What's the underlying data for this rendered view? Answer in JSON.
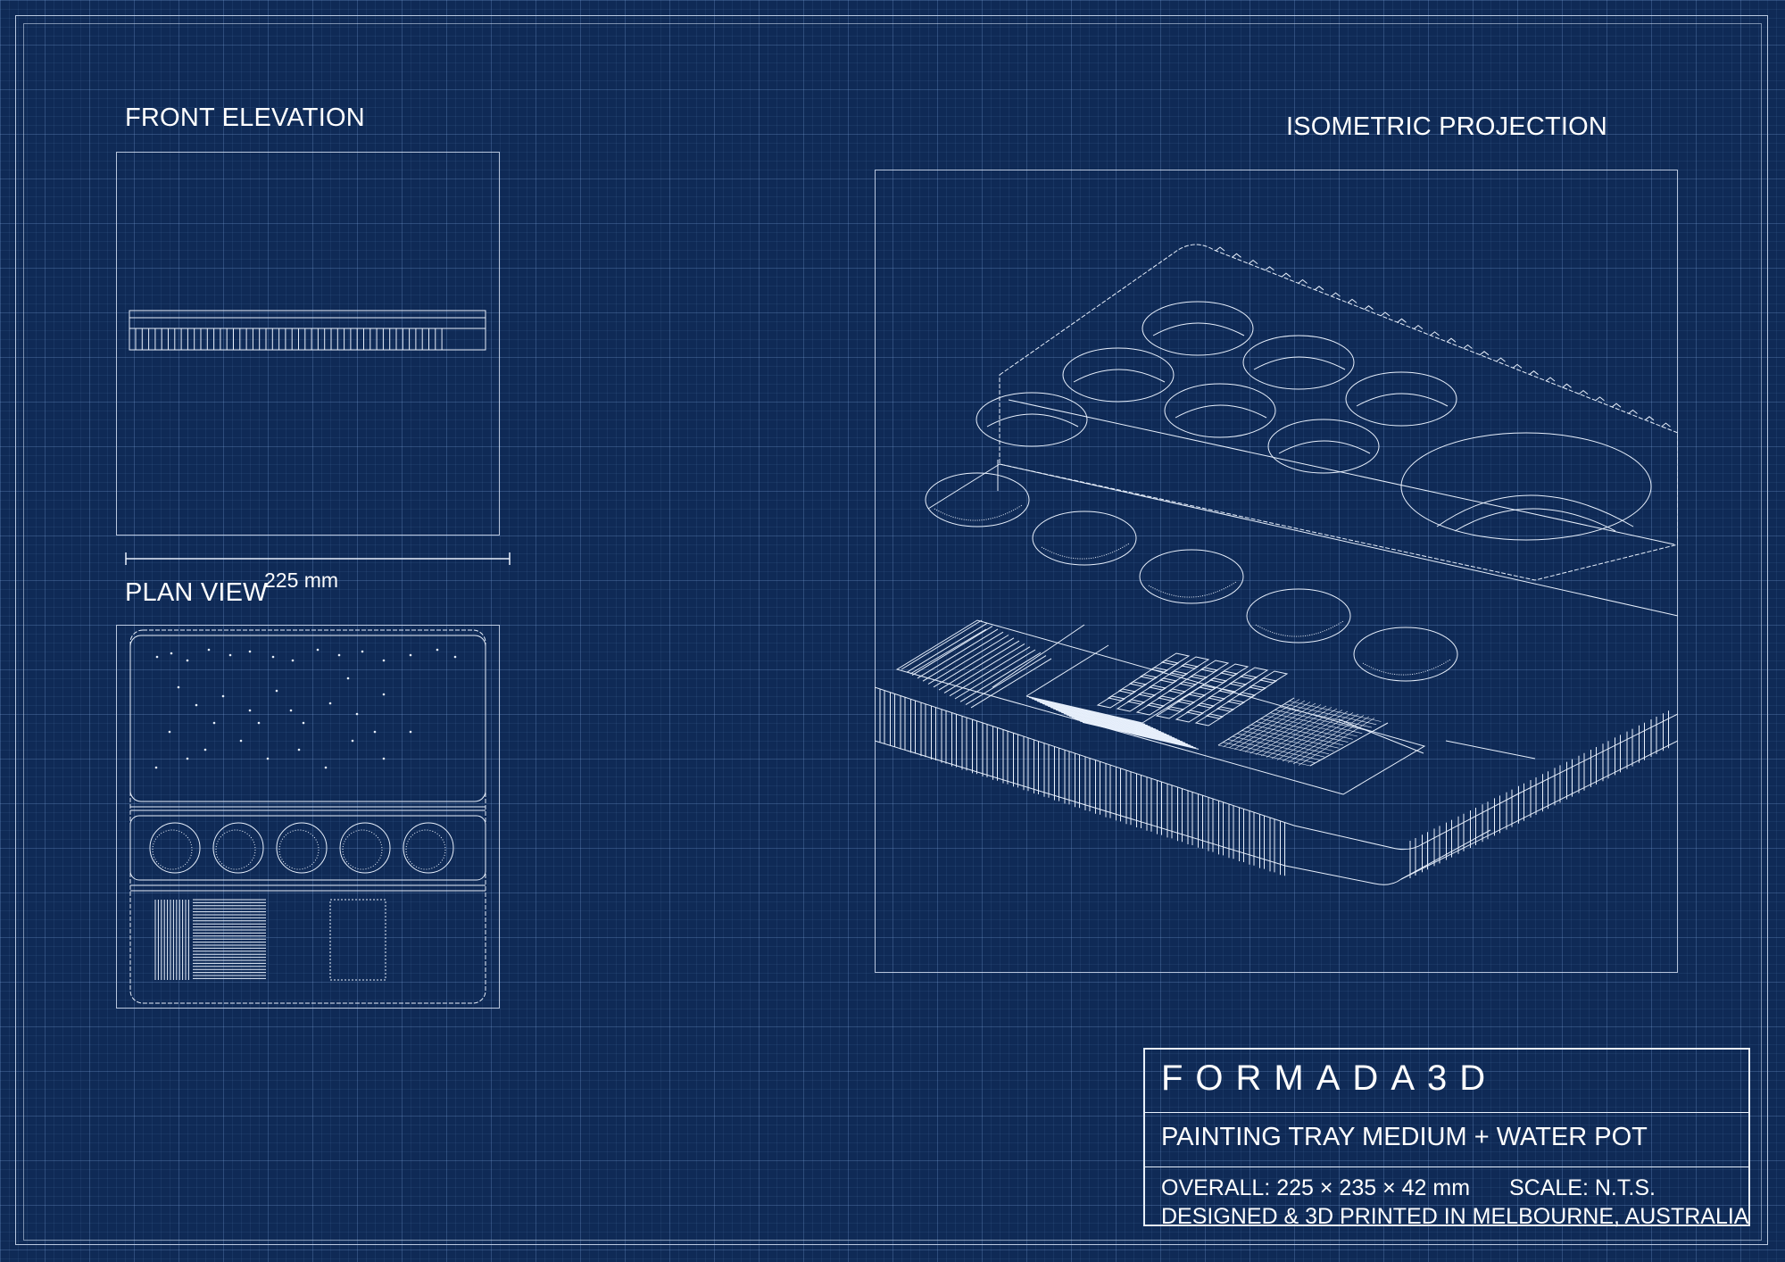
{
  "views": {
    "front_elevation": "FRONT ELEVATION",
    "plan_view": "PLAN VIEW",
    "isometric": "ISOMETRIC PROJECTION"
  },
  "dimension": {
    "width_label": "225 mm"
  },
  "title_block": {
    "brand": "FORMADA3D",
    "product": "PAINTING TRAY MEDIUM + WATER POT",
    "overall": "OVERALL: 225 × 235 × 42 mm",
    "scale": "SCALE: N.T.S.",
    "origin": "DESIGNED & 3D PRINTED IN MELBOURNE, AUSTRALIA"
  },
  "colors": {
    "background": "#0f2a56",
    "line": "#e8f0fc",
    "grid": "#7aa0d7"
  }
}
